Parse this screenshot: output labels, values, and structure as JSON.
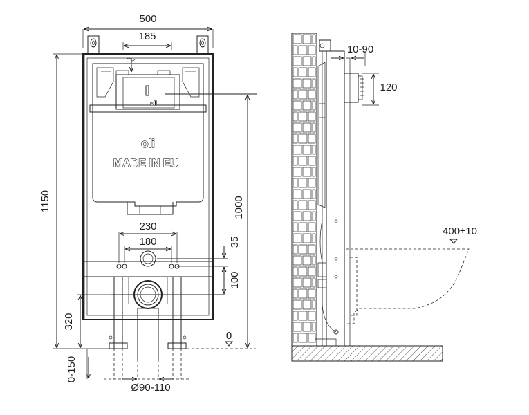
{
  "front_view": {
    "overall_width": "500",
    "bracket_spacing": "185",
    "overall_height": "1150",
    "inlet_height": "1000",
    "drain_height": "320",
    "floor_adjust": "0-150",
    "floor_level": "0",
    "bolt_spacing_outer": "230",
    "bolt_spacing_inner": "180",
    "bolt_offset": "35",
    "bolt_to_drain": "100",
    "drain_diameter": "Ø90-110",
    "brand_logo": "oli",
    "brand_logo_small": "oli",
    "made_in": "MADE IN EU"
  },
  "side_view": {
    "wall_depth": "10-90",
    "inlet_size": "120",
    "toilet_projection": "400±10"
  }
}
